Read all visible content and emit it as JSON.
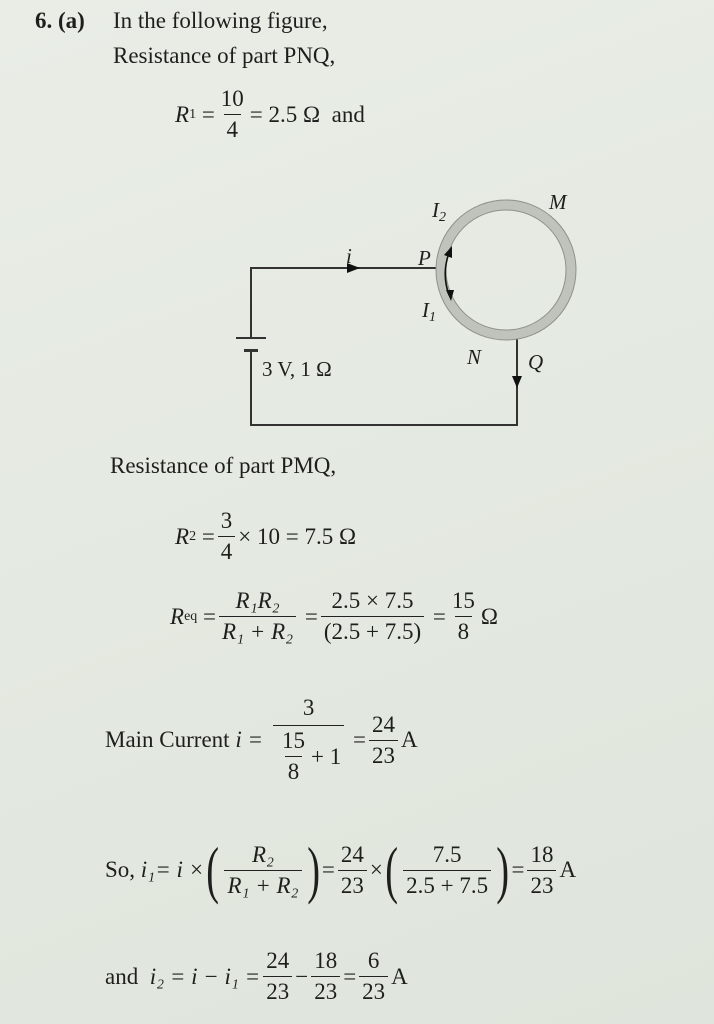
{
  "question_number": "6. (a)",
  "intro": "In the following figure,",
  "pnq_heading": "Resistance of part PNQ,",
  "r1": {
    "lhs": "R",
    "sub": "1",
    "num": "10",
    "den": "4",
    "result": "= 2.5 Ω",
    "tail": "and"
  },
  "figure": {
    "labels": {
      "i": "i",
      "P": "P",
      "M": "M",
      "N": "N",
      "Q": "Q",
      "I1": "I",
      "I1_sub": "1",
      "I2": "I",
      "I2_sub": "2",
      "battery": "3 V, 1 Ω"
    }
  },
  "pmq_heading": "Resistance of part PMQ,",
  "r2": {
    "lhs": "R",
    "sub": "2",
    "num": "3",
    "den": "4",
    "result": "× 10 = 7.5 Ω"
  },
  "req": {
    "lhs": "R",
    "sub": "eq",
    "num1": "R₁R₂",
    "den1": "R₁ + R₂",
    "num2": "2.5 × 7.5",
    "den2": "(2.5 + 7.5)",
    "num3": "15",
    "den3": "8",
    "unit": "Ω"
  },
  "main_current": {
    "label": "Main Current",
    "var": "i =",
    "num": "3",
    "den_num": "15",
    "den_den": "8",
    "den_plus": "+ 1",
    "res_num": "24",
    "res_den": "23",
    "unit": "A"
  },
  "i1": {
    "label": "So,",
    "var": "i₁",
    "eq": "= i ×",
    "num1": "R₂",
    "den1": "R₁ + R₂",
    "f2_num": "24",
    "f2_den": "23",
    "num3": "7.5",
    "den3": "2.5 + 7.5",
    "res_num": "18",
    "res_den": "23",
    "unit": "A"
  },
  "i2": {
    "label": "and",
    "expr": "i₂ = i − i₁ =",
    "a_num": "24",
    "a_den": "23",
    "b_num": "18",
    "b_den": "23",
    "res_num": "6",
    "res_den": "23",
    "unit": "A"
  }
}
